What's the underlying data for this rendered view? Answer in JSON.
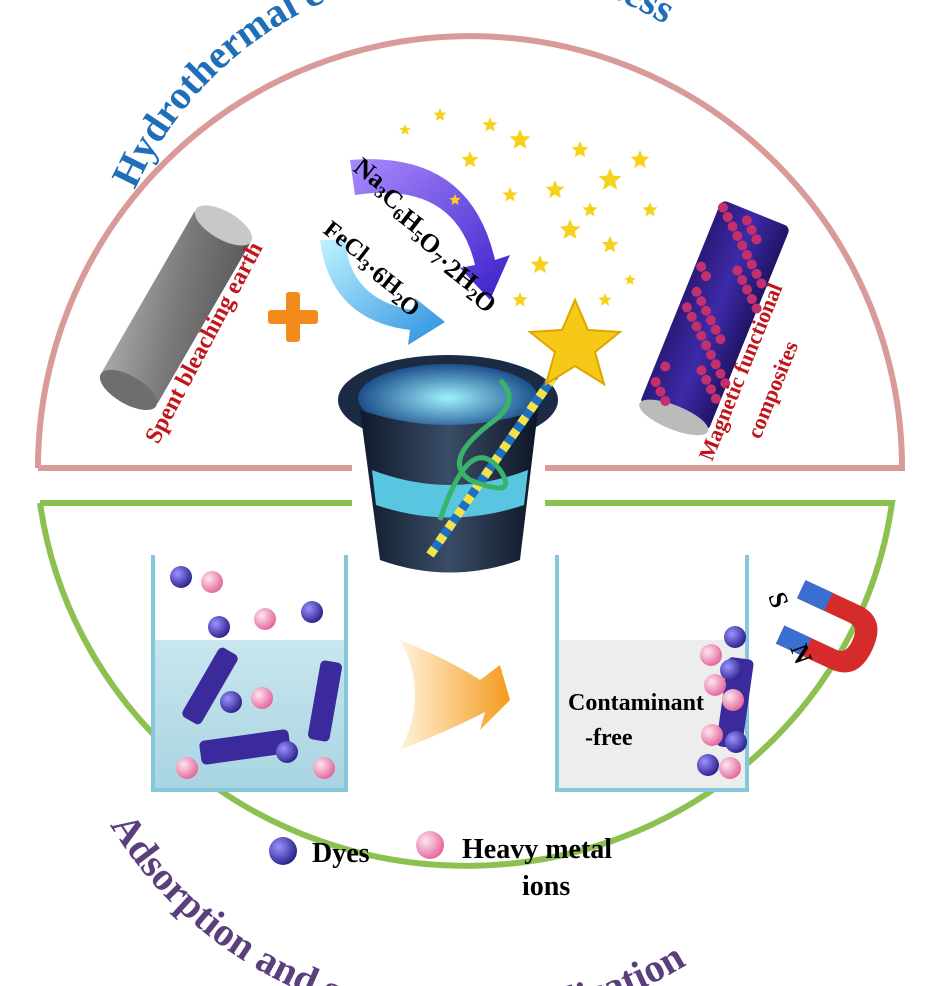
{
  "top_section": {
    "arc_title": "Hydrothermal carbonization process",
    "arc_title_color": "#1f6fb8",
    "arc_color": "#d99a9a",
    "input_label": "Spent bleaching earth",
    "output_label_line1": "Magnetic functional",
    "output_label_line2": "composites",
    "label_color": "#c0161b",
    "reagent_1": {
      "base": "Na",
      "parts": [
        [
          "3",
          "sub"
        ],
        [
          "C",
          ""
        ],
        [
          "6",
          "sub"
        ],
        [
          "H",
          ""
        ],
        [
          "5",
          "sub"
        ],
        [
          "O",
          ""
        ],
        [
          "7",
          "sub"
        ],
        [
          "·2H",
          ""
        ],
        [
          "2",
          "sub"
        ],
        [
          "O",
          ""
        ]
      ]
    },
    "reagent_2": {
      "parts": [
        [
          "FeCl",
          ""
        ],
        [
          "3",
          "sub"
        ],
        [
          "·6H",
          ""
        ],
        [
          "2",
          "sub"
        ],
        [
          "O",
          ""
        ]
      ]
    }
  },
  "bottom_section": {
    "arc_title": "Adsorption and separation application",
    "arc_title_color": "#5b3f7d",
    "arc_color": "#8cc152",
    "result_line1": "Contaminant",
    "result_line2": "-free",
    "magnet_pole_s": "S",
    "magnet_pole_n": "N"
  },
  "legend": {
    "dyes_label": "Dyes",
    "dyes_color": "#4a3fb0",
    "metal_label_line1": "Heavy metal",
    "metal_label_line2": "ions",
    "metal_color": "#f08cb4"
  },
  "icons": [
    "hat-icon",
    "magic-wand-icon",
    "star-icon",
    "plus-icon",
    "magnet-icon",
    "arrow-icon",
    "beaker-icon",
    "rod-icon"
  ]
}
